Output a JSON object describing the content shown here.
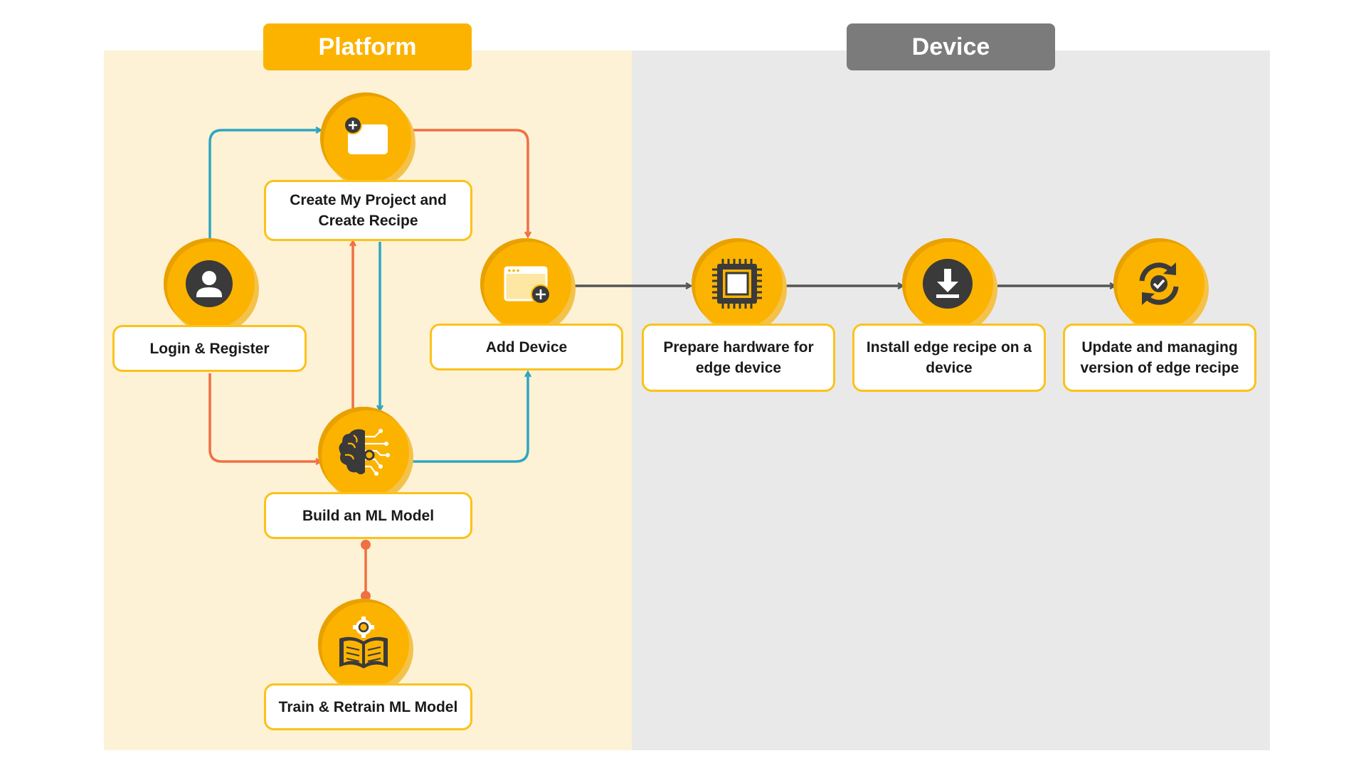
{
  "headers": {
    "platform": "Platform",
    "device": "Device"
  },
  "nodes": {
    "login": {
      "label": "Login & Register",
      "icon": "user-icon"
    },
    "create_project": {
      "label": "Create My Project and Create Recipe",
      "icon": "new-folder-icon"
    },
    "add_device": {
      "label": "Add Device",
      "icon": "add-window-icon"
    },
    "build_model": {
      "label": "Build an ML Model",
      "icon": "brain-circuit-icon"
    },
    "train_model": {
      "label": "Train & Retrain ML Model",
      "icon": "book-gear-icon"
    },
    "prepare_hardware": {
      "label": "Prepare hardware for edge device",
      "icon": "chip-icon"
    },
    "install_recipe": {
      "label": "Install edge recipe on a device",
      "icon": "download-icon"
    },
    "update_version": {
      "label": "Update and managing version of edge recipe",
      "icon": "sync-check-icon"
    }
  },
  "colors": {
    "accent": "#fbb300",
    "platform_bg": "#fdf2d5",
    "device_bg": "#e9e9e9",
    "device_tab": "#7b7b7b",
    "wire_blue": "#2fa5c0",
    "wire_orange": "#ef7044",
    "wire_gray": "#555555",
    "icon_dark": "#3a3a3a"
  }
}
